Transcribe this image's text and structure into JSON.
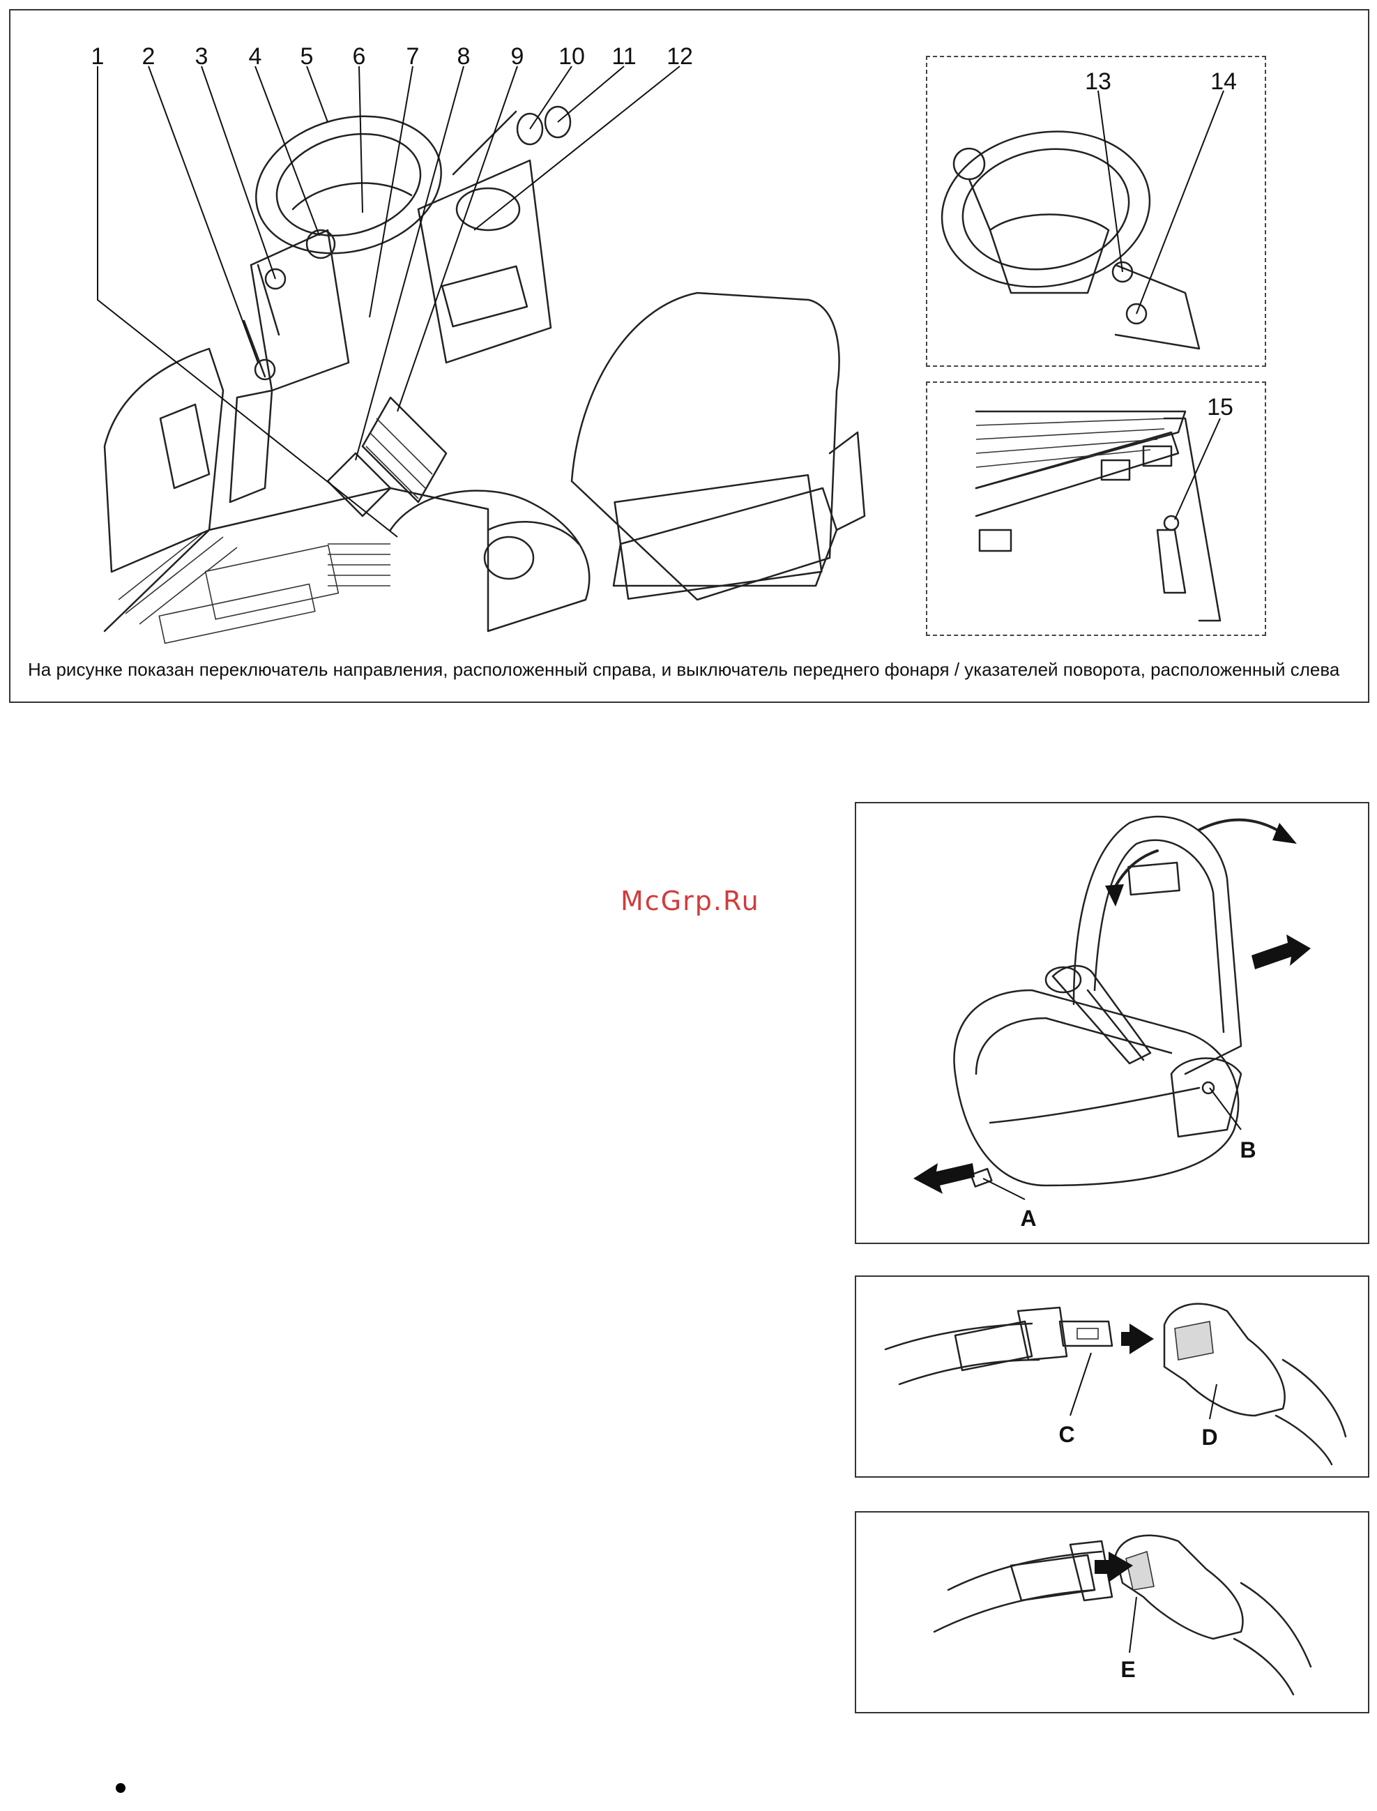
{
  "main_figure": {
    "callouts": [
      "1",
      "2",
      "3",
      "4",
      "5",
      "6",
      "7",
      "8",
      "9",
      "10",
      "11",
      "12"
    ],
    "inset_top_callouts": [
      "13",
      "14"
    ],
    "inset_bottom_callouts": [
      "15"
    ],
    "caption": "На рисунке показан переключатель направления, расположенный справа, и выключатель переднего фонаря / указателей поворота, расположенный слева"
  },
  "watermark": "McGrp.Ru",
  "seat_figure": {
    "labels": [
      "A",
      "B"
    ]
  },
  "belt_figure_1": {
    "labels": [
      "C",
      "D"
    ]
  },
  "belt_figure_2": {
    "labels": [
      "E"
    ]
  }
}
